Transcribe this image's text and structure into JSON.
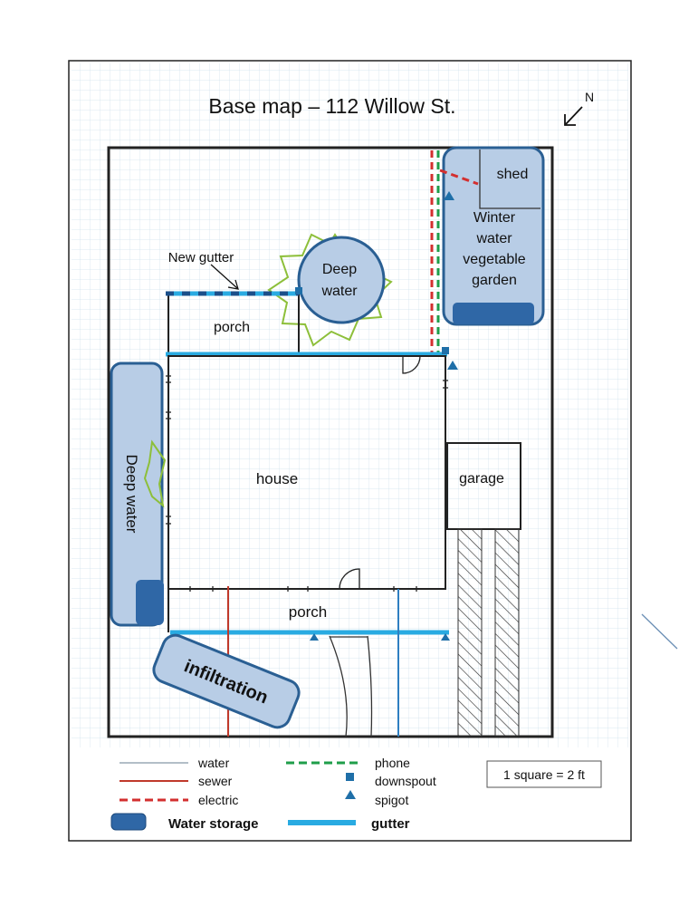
{
  "title": "Base map – 112 Willow St.",
  "north": "N",
  "labels": {
    "shed": "shed",
    "winter_garden": [
      "Winter",
      "water",
      "vegetable",
      "garden"
    ],
    "new_gutter": "New gutter",
    "deep_water_top": [
      "Deep",
      "water"
    ],
    "porch_top": "porch",
    "deep_water_side": "Deep water",
    "house": "house",
    "garage": "garage",
    "porch_bottom": "porch",
    "infiltration": "infiltration"
  },
  "legend": {
    "water": "water",
    "sewer": "sewer",
    "electric": "electric",
    "phone": "phone",
    "downspout": "downspout",
    "spigot": "spigot",
    "water_storage": "Water storage",
    "gutter": "gutter"
  },
  "scale": "1 square = 2 ft",
  "colors": {
    "sewer": "#c0392b",
    "electric": "#d32f2f",
    "phone": "#1f9e4a",
    "gutter": "#29abe2",
    "downspout": "#1f6fa8",
    "storage_fill": "#b8cde6",
    "storage_stroke": "#2a5f93",
    "storage_dark": "#2f67a6",
    "infiltration_green": "#8dbf3a",
    "grid": "#cfe1ec"
  }
}
